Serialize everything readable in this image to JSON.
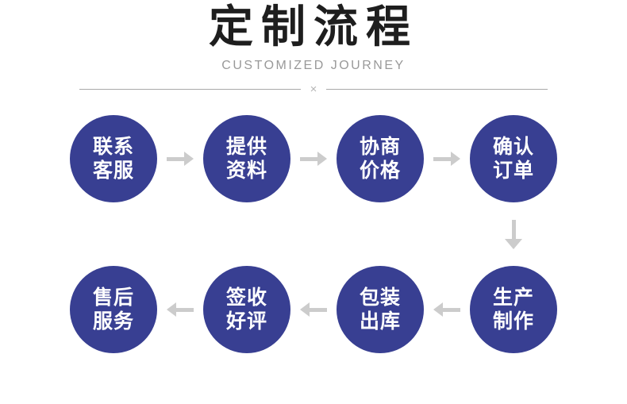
{
  "header": {
    "title": "定制流程",
    "subtitle": "CUSTOMIZED JOURNEY",
    "divider_symbol": "×"
  },
  "flow": {
    "rows": [
      {
        "direction": "right",
        "steps": [
          {
            "name": "contact-support",
            "lines": [
              "联系",
              "客服"
            ]
          },
          {
            "name": "provide-materials",
            "lines": [
              "提供",
              "资料"
            ]
          },
          {
            "name": "negotiate-price",
            "lines": [
              "协商",
              "价格"
            ]
          },
          {
            "name": "confirm-order",
            "lines": [
              "确认",
              "订单"
            ]
          }
        ]
      },
      {
        "direction": "left",
        "steps": [
          {
            "name": "after-sales-service",
            "lines": [
              "售后",
              "服务"
            ]
          },
          {
            "name": "sign-and-review",
            "lines": [
              "签收",
              "好评"
            ]
          },
          {
            "name": "pack-and-ship",
            "lines": [
              "包装",
              "出库"
            ]
          },
          {
            "name": "production",
            "lines": [
              "生产",
              "制作"
            ]
          }
        ]
      }
    ]
  },
  "colors": {
    "circle_fill": "#383F92",
    "arrow": "#cccccc",
    "title": "#1E1E1E",
    "subtitle": "#999999"
  }
}
